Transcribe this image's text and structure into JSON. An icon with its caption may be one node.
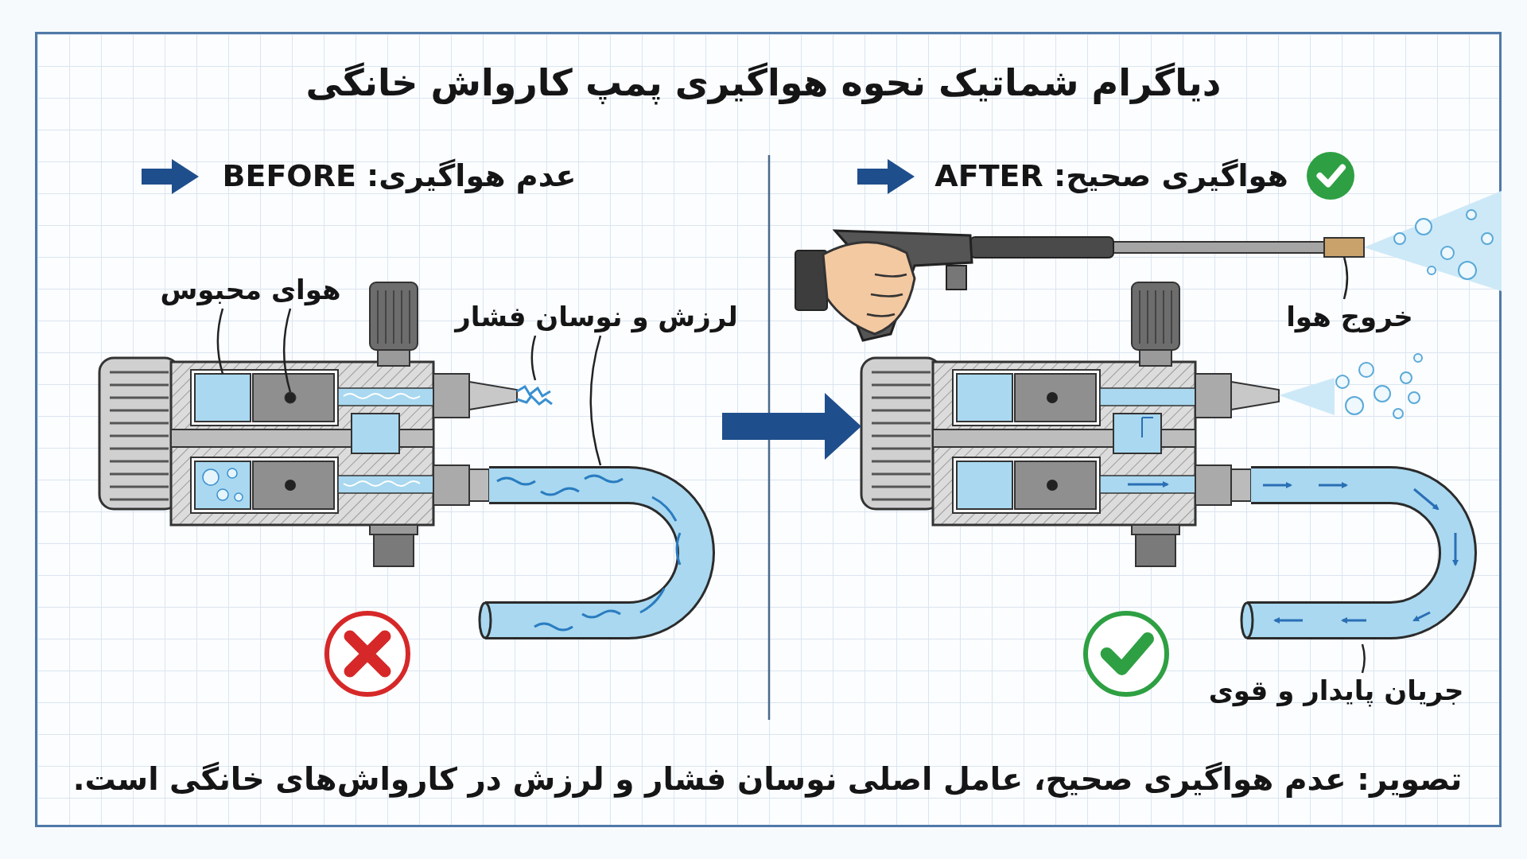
{
  "diagram": {
    "title": "دیاگرام شماتیک نحوه هواگیری پمپ کارواش خانگی",
    "caption": "تصویر: عدم هواگیری صحیح، عامل اصلی نوسان فشار و لرزش در کارواش‌های خانگی است.",
    "nodes": [
      {
        "text": [],
        "shape": "picture"
      },
      {
        "text": [],
        "shape": "picture"
      },
      {
        "text": [
          "هوای محبوس"
        ]
      },
      {
        "text": [
          "لرزش و نوسان فشار"
        ]
      },
      {
        "text": [
          "خروج هوا"
        ]
      },
      {
        "text": [
          "جریان پایدار و قوی"
        ]
      },
      {
        "text": [],
        "shape": "box",
        "in": 0
      },
      {
        "text": [],
        "shape": "circle",
        "in": 0
      },
      {
        "text": [],
        "shape": "picture"
      },
      {
        "text": [],
        "shape": "picture"
      },
      {
        "text": [],
        "shape": "box"
      },
      {
        "text": [],
        "shape": "picture"
      }
    ],
    "edges": [
      {
        "from": 2,
        "to": 6,
        "arrow": "none"
      },
      {
        "from": 2,
        "to": 7,
        "arrow": "none"
      },
      {
        "from": 3,
        "to": 8,
        "arrow": "none"
      },
      {
        "from": 3,
        "to": 9,
        "arrow": "none"
      },
      {
        "from": 4,
        "to": 10,
        "arrow": "none"
      },
      {
        "from": 5,
        "to": 11,
        "arrow": "none"
      },
      {
        "from": null,
        "to": 1,
        "arrow": "to",
        "style": "thick",
        "color": "#1f4e8c"
      }
    ],
    "labels": [
      "عدم هواگیری: BEFORE",
      "هواگیری صحیح: AFTER"
    ]
  }
}
